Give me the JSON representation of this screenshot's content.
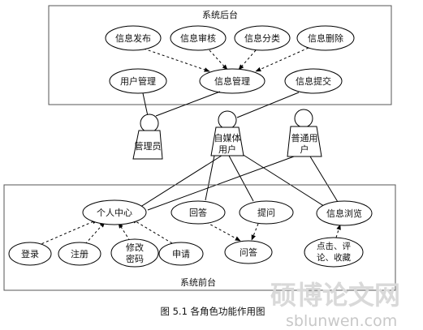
{
  "backend": {
    "title": "系统后台",
    "publish": "信息发布",
    "review": "信息审核",
    "classify": "信息分类",
    "delete": "信息删除",
    "user_mgmt": "用户管理",
    "info_mgmt": "信息管理",
    "submit": "信息提交"
  },
  "actors": {
    "admin": "管理员",
    "media_line1": "自媒体",
    "media_line2": "用户",
    "normal_line1": "普通用",
    "normal_line2": "户"
  },
  "frontend": {
    "title": "系统前台",
    "personal": "个人中心",
    "answer": "回答",
    "ask": "提问",
    "browse": "信息浏览",
    "login": "登录",
    "register": "注册",
    "modify_line1": "修改",
    "modify_line2": "密码",
    "apply": "申请",
    "qa": "问答",
    "interact_line1": "点击、评",
    "interact_line2": "论、收藏"
  },
  "caption": "图 5.1 各角色功能作用图",
  "watermark": {
    "text": "硕博论文网",
    "url": "sblunwen.com"
  }
}
